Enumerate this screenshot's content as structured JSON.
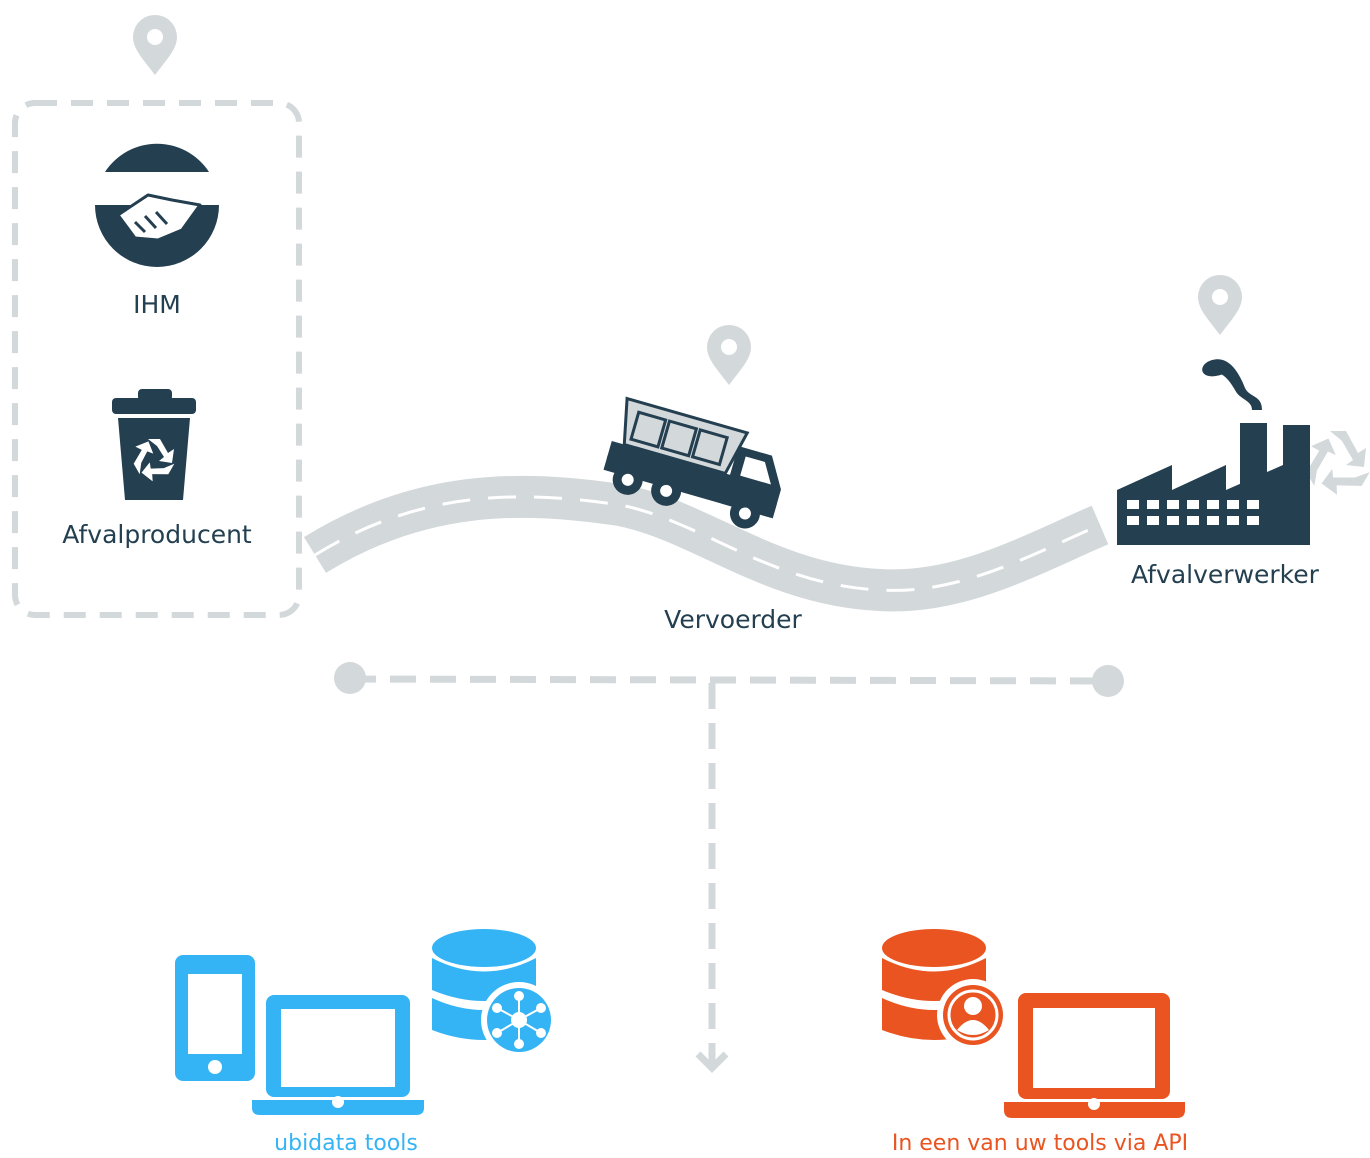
{
  "nodes": {
    "ihm": {
      "label": "IHM"
    },
    "producer": {
      "label": "Afvalproducent"
    },
    "carrier": {
      "label": "Vervoerder"
    },
    "processor": {
      "label": "Afvalverwerker"
    }
  },
  "outputs": {
    "ubidata": {
      "label": "ubidata tools"
    },
    "api": {
      "label": "In een van uw tools via API"
    }
  },
  "colors": {
    "dark": "#233f50",
    "grey": "#d3d8db",
    "blue": "#35b4f5",
    "orange": "#e95420"
  },
  "icons": [
    "map-pin-icon",
    "handshake-icon",
    "recycle-bin-icon",
    "dump-truck-icon",
    "factory-icon",
    "recycle-icon",
    "phone-icon",
    "laptop-icon",
    "database-icon",
    "network-icon",
    "user-icon"
  ]
}
